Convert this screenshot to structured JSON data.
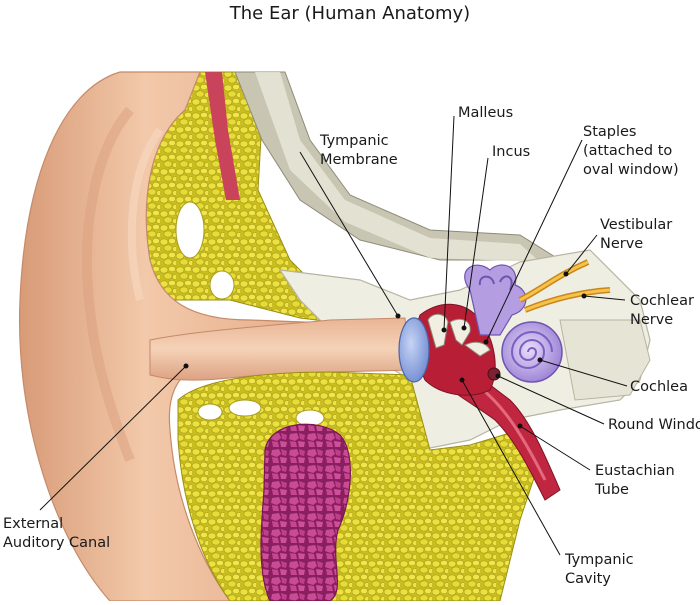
{
  "title": "The Ear (Human Anatomy)",
  "labels": {
    "malleus": "Malleus",
    "tympanic_membrane": [
      "Tympanic",
      "Membrane"
    ],
    "incus": "Incus",
    "staples": [
      "Staples",
      "(attached to",
      "oval window)"
    ],
    "vestibular_nerve": [
      "Vestibular",
      "Nerve"
    ],
    "cochlear_nerve": [
      "Cochlear",
      "Nerve"
    ],
    "cochlea": "Cochlea",
    "round_window": "Round Window",
    "eustachian_tube": [
      "Eustachian",
      "Tube"
    ],
    "external_auditory_canal": [
      "External",
      "Auditory Canal"
    ],
    "tympanic_cavity": [
      "Tympanic",
      "Cavity"
    ]
  },
  "colors": {
    "skin": "#e9b898",
    "skin_dark": "#d49a78",
    "bone": "#f0f0e6",
    "bone_shadow": "#c9c7b4",
    "fat": "#e8df3a",
    "fat_edge": "#b8ac1c",
    "gland": "#b8307f",
    "membrane": "#8aa4e0",
    "cavity": "#b81f36",
    "cochlea": "#b49de0",
    "nerve": "#f2b437"
  }
}
